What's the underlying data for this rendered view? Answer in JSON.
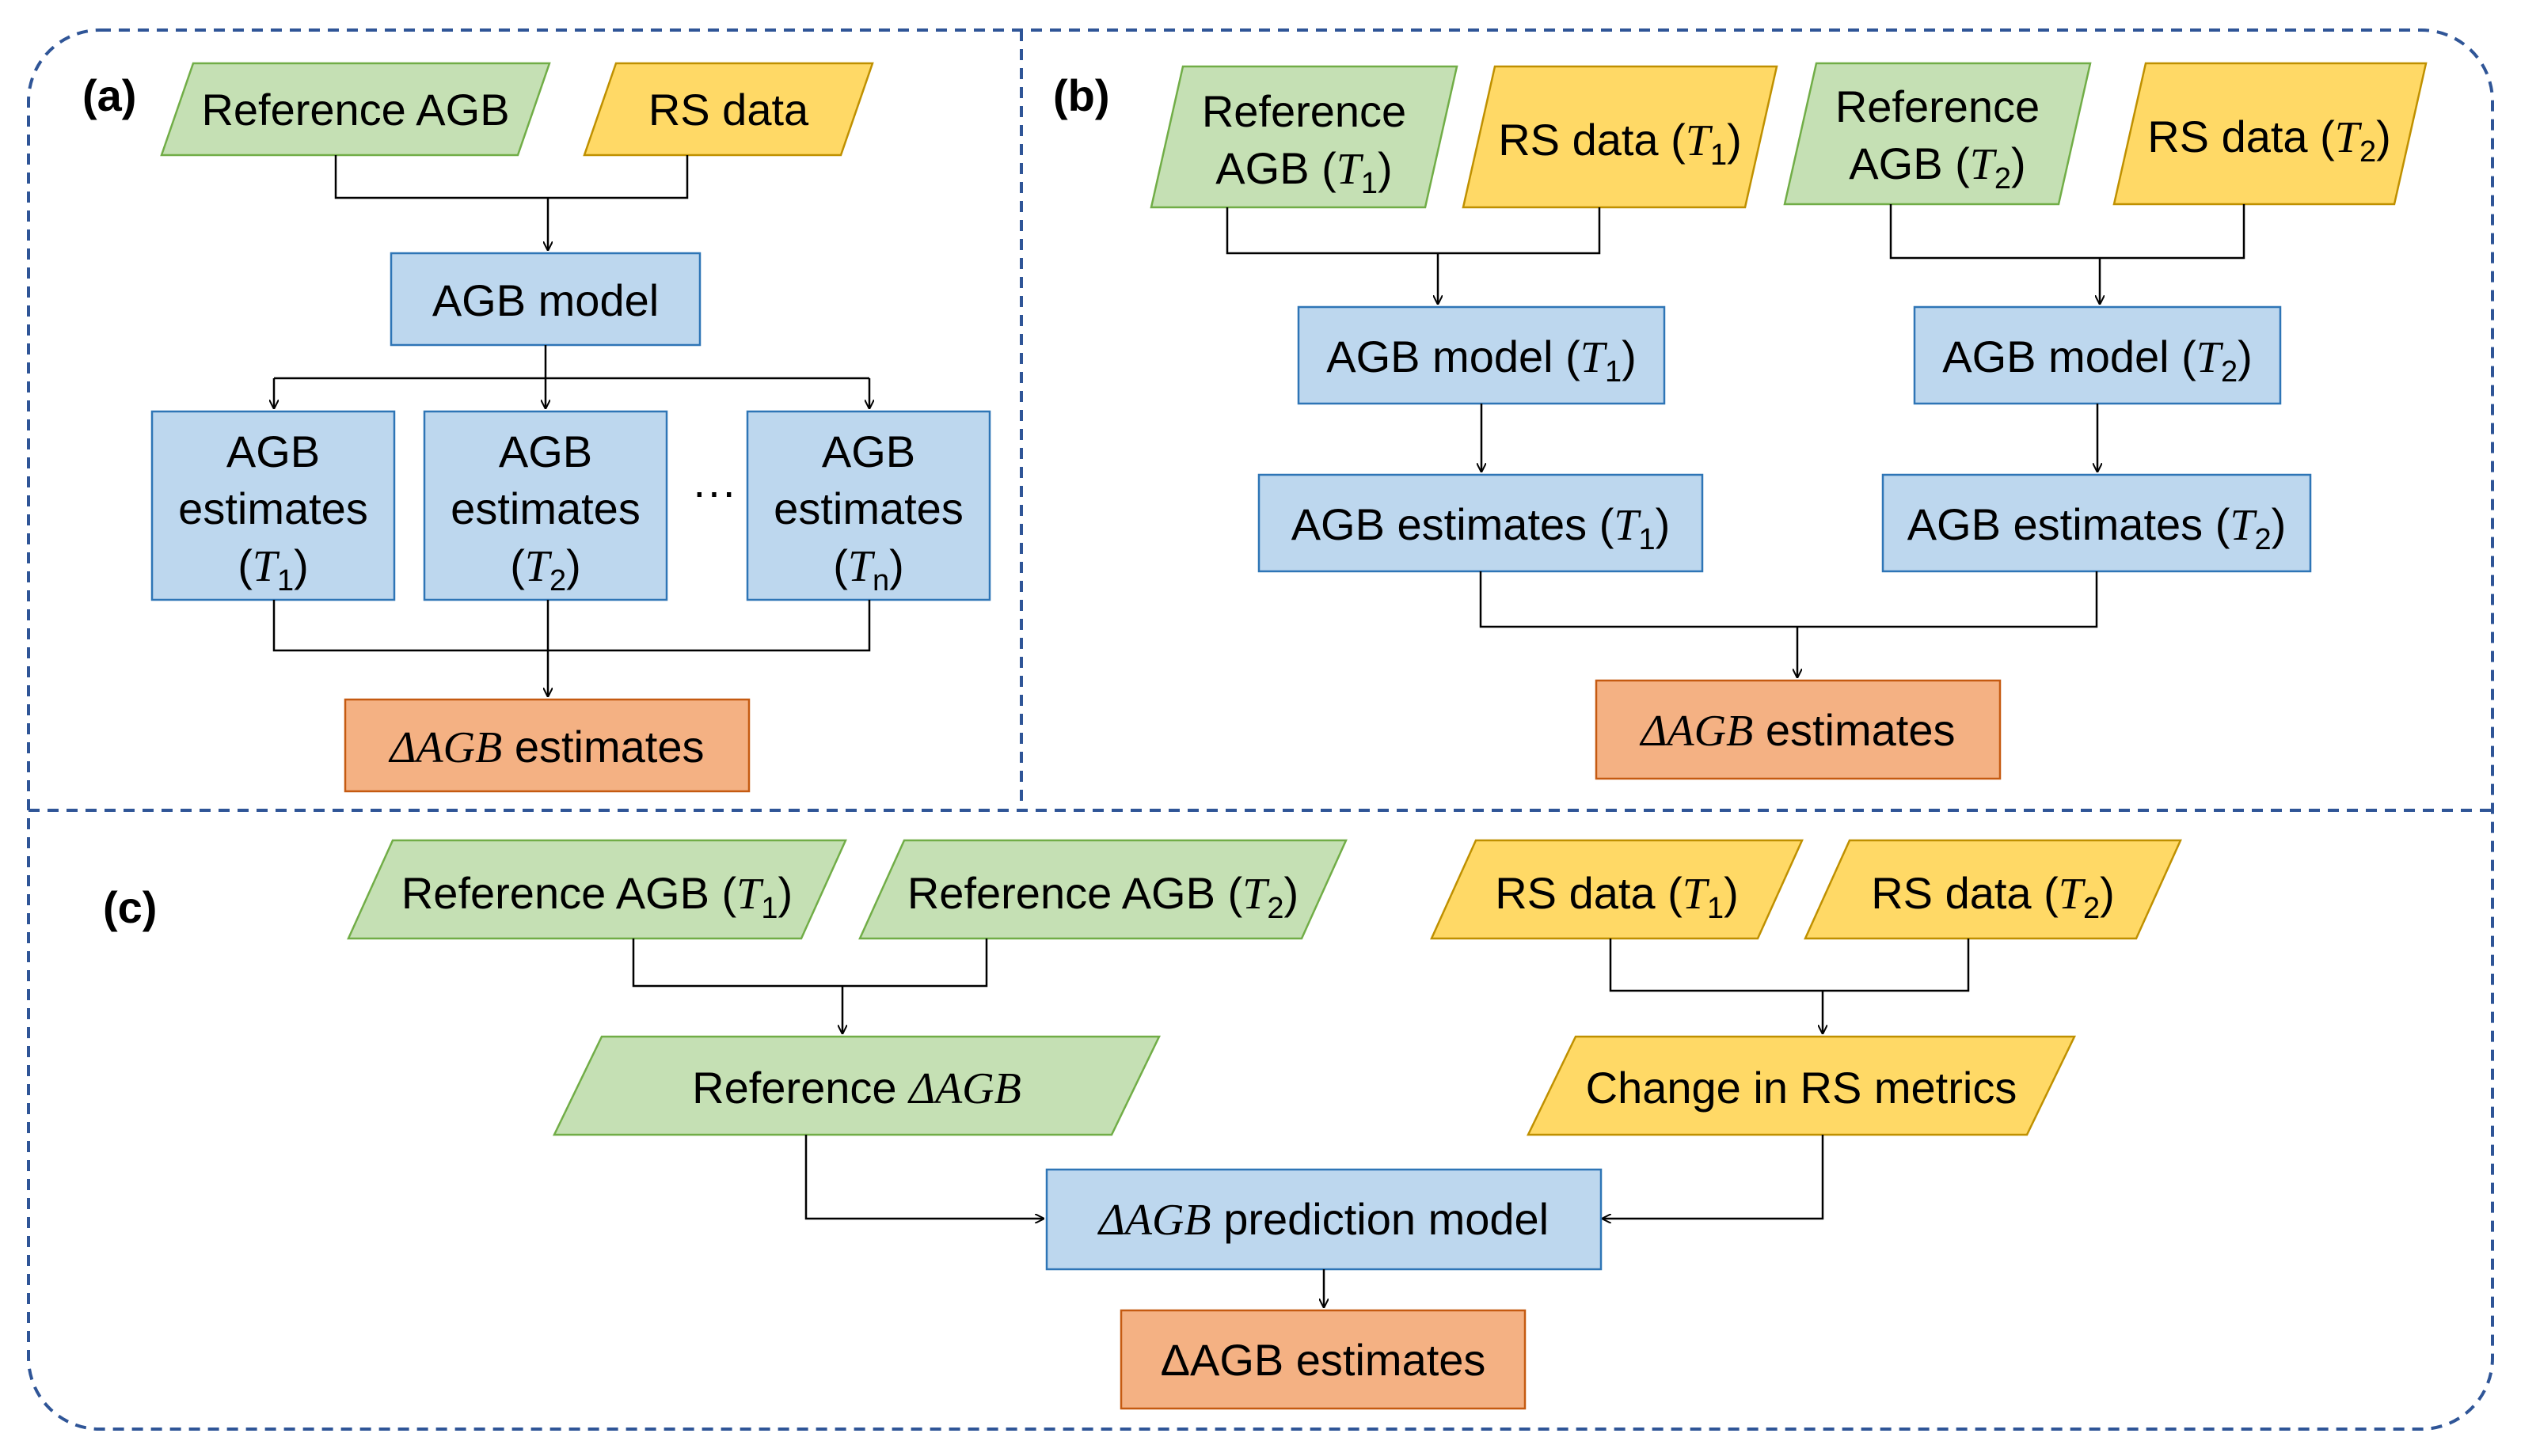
{
  "panels": {
    "a": {
      "label": "(a)"
    },
    "b": {
      "label": "(b)"
    },
    "c": {
      "label": "(c)"
    }
  },
  "nodes": {
    "a_ref_agb": "Reference AGB",
    "a_rs_data": "RS data",
    "a_agb_model": "AGB model",
    "a_est_line1": "AGB",
    "a_est_line2": "estimates",
    "a_est_t1_var": "T",
    "a_est_t1_sub": "1",
    "a_est_t2_sub": "2",
    "a_est_tn_sub": "n",
    "a_ellipsis": "···",
    "a_delta_est_sym": "ΔAGB",
    "a_delta_est_text": " estimates",
    "b_ref_line1": "Reference",
    "b_ref_line2": "AGB (",
    "b_rs_text": "RS data (",
    "b_model_text": "AGB model (",
    "b_est_text": "AGB estimates (",
    "b_var": "T",
    "b_sub1": "1",
    "b_sub2": "2",
    "b_close": ")",
    "b_delta_sym": "ΔAGB",
    "b_delta_text": " estimates",
    "c_ref_t1": "Reference AGB (",
    "c_ref_t2": "Reference AGB (",
    "c_rs_t1": "RS data (",
    "c_rs_t2": "RS data (",
    "c_var": "T",
    "c_sub1": "1",
    "c_sub2": "2",
    "c_close": ")",
    "c_ref_delta_text": "Reference ",
    "c_ref_delta_sym": "ΔAGB",
    "c_change_rs": "Change in RS metrics",
    "c_pred_sym": "ΔAGB",
    "c_pred_text": " prediction model",
    "c_final": "ΔAGB estimates"
  },
  "colors": {
    "green_fill": "#c5e0b4",
    "yellow_fill": "#ffd966",
    "blue_fill": "#bdd7ee",
    "orange_fill": "#f4b183",
    "dashed_border": "#2f5597"
  }
}
